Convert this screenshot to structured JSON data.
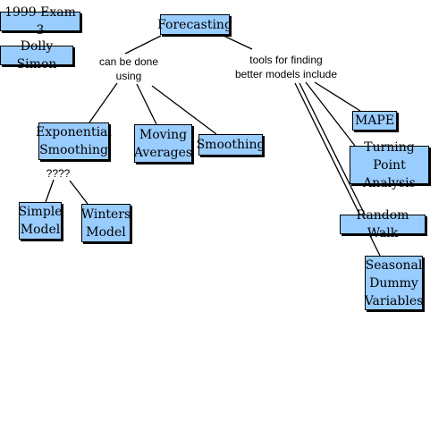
{
  "colors": {
    "node_fill": "#99ccff",
    "node_border": "#000000",
    "line": "#000000"
  },
  "nodes": {
    "exam": "1999 Exam 3",
    "author": "Dolly Simon",
    "forecasting": "Forecasting",
    "exp_smoothing": [
      "Exponential",
      "Smoothing"
    ],
    "moving_averages": [
      "Moving",
      "Averages"
    ],
    "smoothing": "Smoothing",
    "simple_model": [
      "Simple",
      "Model"
    ],
    "winters_model": [
      "Winters",
      "Model"
    ],
    "mape": "MAPE",
    "turning_point": [
      "Turning Point",
      "Analysis"
    ],
    "random_walk": "Random Walk",
    "seasonal_dummy": [
      "Seasonal",
      "Dummy",
      "Variables"
    ]
  },
  "links": {
    "can_be_done": [
      "can be done",
      "using"
    ],
    "tools_for": [
      "tools for finding",
      "better models include"
    ],
    "unknown": "????"
  }
}
